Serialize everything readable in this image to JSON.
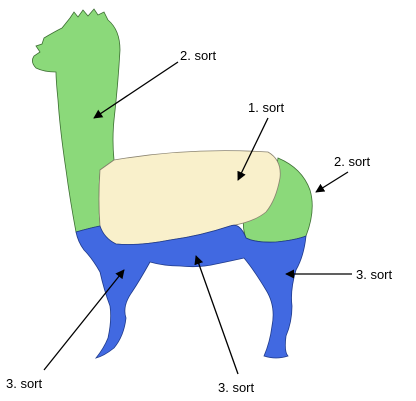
{
  "labels": {
    "head_neck": "2. sort",
    "back": "1. sort",
    "rump": "2. sort",
    "hind_leg": "3. sort",
    "front_leg": "3. sort",
    "belly": "3. sort"
  },
  "colors": {
    "grade_1": "#f9f0cb",
    "grade_2": "#8bd97a",
    "grade_3": "#4169e1",
    "outline": "#222222"
  }
}
